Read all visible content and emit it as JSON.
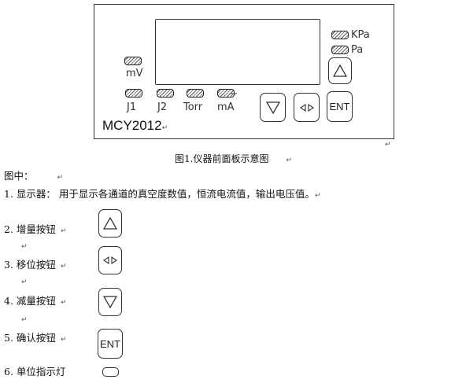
{
  "panel": {
    "unit_labels": {
      "kpa": "KPa",
      "pa": "Pa",
      "mv": "mV",
      "j1": "J1",
      "j2": "J2",
      "torr": "Torr",
      "ma": "mA"
    },
    "model": "MCY2012",
    "ent_label": "ENT"
  },
  "caption": "图1.仪器前面板示意图",
  "legend": {
    "heading": "图中：",
    "items": [
      {
        "num": "1.",
        "text": "显示器：   用于显示各通道的真空度数值，恒流电流值，输出电压值。"
      },
      {
        "num": "2.",
        "text": "增量按钮"
      },
      {
        "num": "3.",
        "text": "移位按钮"
      },
      {
        "num": "4.",
        "text": "减量按钮"
      },
      {
        "num": "5.",
        "text": "确认按钮"
      },
      {
        "num": "6.",
        "text": "单位指示灯"
      }
    ],
    "ent_label": "ENT"
  },
  "marks": {
    "return": "↵"
  },
  "icons": {
    "up": "triangle-up-icon",
    "down": "triangle-down-icon",
    "shift": "shift-arrows-icon",
    "lamp": "hatched-lamp-icon"
  }
}
